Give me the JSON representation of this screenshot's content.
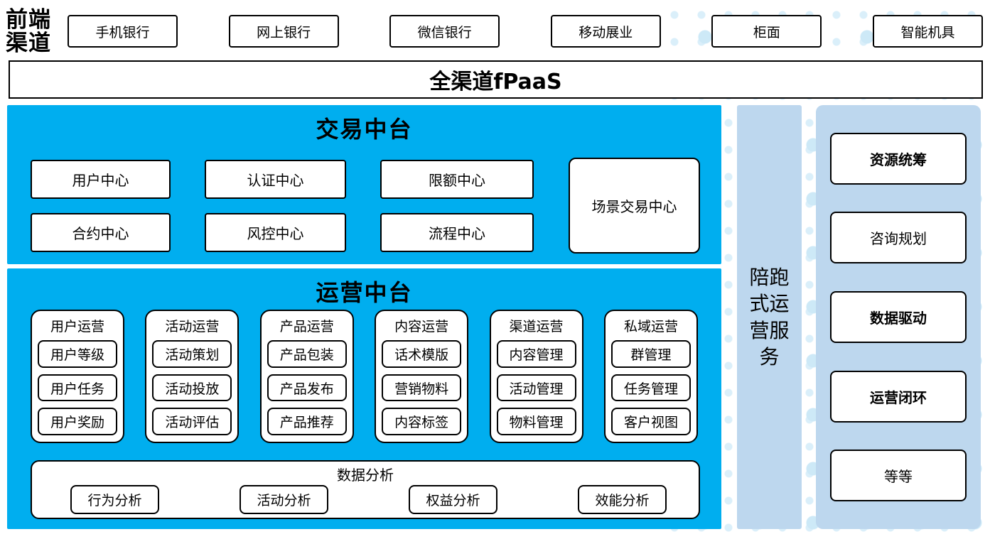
{
  "front_channels": {
    "label": "前端渠道",
    "items": [
      "手机银行",
      "网上银行",
      "微信银行",
      "移动展业",
      "柜面",
      "智能机具"
    ]
  },
  "fpaas_bar": {
    "label": "全渠道fPaaS"
  },
  "trade_platform": {
    "title": "交易中台",
    "centers": [
      "用户中心",
      "认证中心",
      "限额中心",
      "合约中心",
      "风控中心",
      "流程中心"
    ],
    "scene_center": "场景交易中心"
  },
  "operation_platform": {
    "title": "运营中台",
    "columns": [
      {
        "title": "用户运营",
        "items": [
          "用户等级",
          "用户任务",
          "用户奖励"
        ]
      },
      {
        "title": "活动运营",
        "items": [
          "活动策划",
          "活动投放",
          "活动评估"
        ]
      },
      {
        "title": "产品运营",
        "items": [
          "产品包装",
          "产品发布",
          "产品推荐"
        ]
      },
      {
        "title": "内容运营",
        "items": [
          "话术模版",
          "营销物料",
          "内容标签"
        ]
      },
      {
        "title": "渠道运营",
        "items": [
          "内容管理",
          "活动管理",
          "物料管理"
        ]
      },
      {
        "title": "私域运营",
        "items": [
          "群管理",
          "任务管理",
          "客户视图"
        ]
      }
    ],
    "data_analysis": {
      "title": "数据分析",
      "items": [
        "行为分析",
        "活动分析",
        "权益分析",
        "效能分析"
      ]
    }
  },
  "companion_service_bar": {
    "label": "陪跑式运营服务"
  },
  "right_panel": {
    "items": [
      {
        "label": "资源统筹"
      },
      {
        "label": "咨询规划"
      },
      {
        "label": "数据驱动"
      },
      {
        "label": "运营闭环"
      },
      {
        "label": "等等"
      }
    ]
  },
  "colors": {
    "primary_blue": "#00AEEF",
    "light_blue": "#BDD7EE",
    "dot_color": "#CDE9F7",
    "border": "#000000"
  }
}
